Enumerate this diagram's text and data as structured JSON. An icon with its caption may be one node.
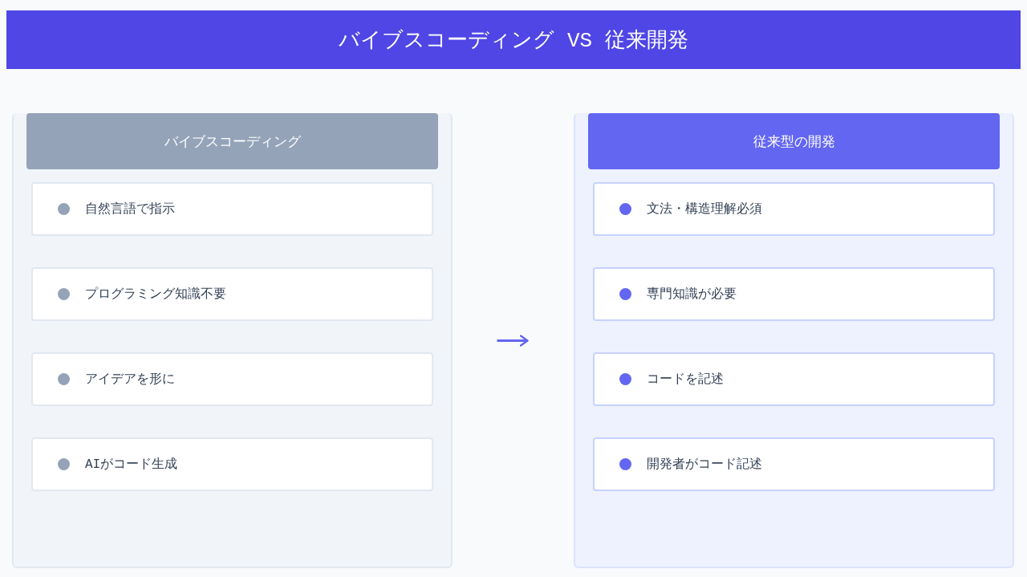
{
  "diagram": {
    "title": "バイブスコーディング VS 従来開発",
    "nodes": [
      {
        "text": [
          "バイブスコーディング"
        ]
      },
      {
        "text": [
          "自然言語で指示"
        ],
        "in": 0
      },
      {
        "text": [
          "プログラミング知識不要"
        ],
        "in": 0
      },
      {
        "text": [
          "アイデアを形に"
        ],
        "in": 0
      },
      {
        "text": [
          "AIがコード生成"
        ],
        "in": 0
      },
      {
        "text": [
          "従来型の開発"
        ]
      },
      {
        "text": [
          "文法・構造理解必須"
        ],
        "in": 5
      },
      {
        "text": [
          "専門知識が必要"
        ],
        "in": 5
      },
      {
        "text": [
          "コードを記述"
        ],
        "in": 5
      },
      {
        "text": [
          "開発者がコード記述"
        ],
        "in": 5
      }
    ],
    "edges": [
      {
        "from": 0,
        "to": 5,
        "arrow": "to"
      }
    ]
  }
}
